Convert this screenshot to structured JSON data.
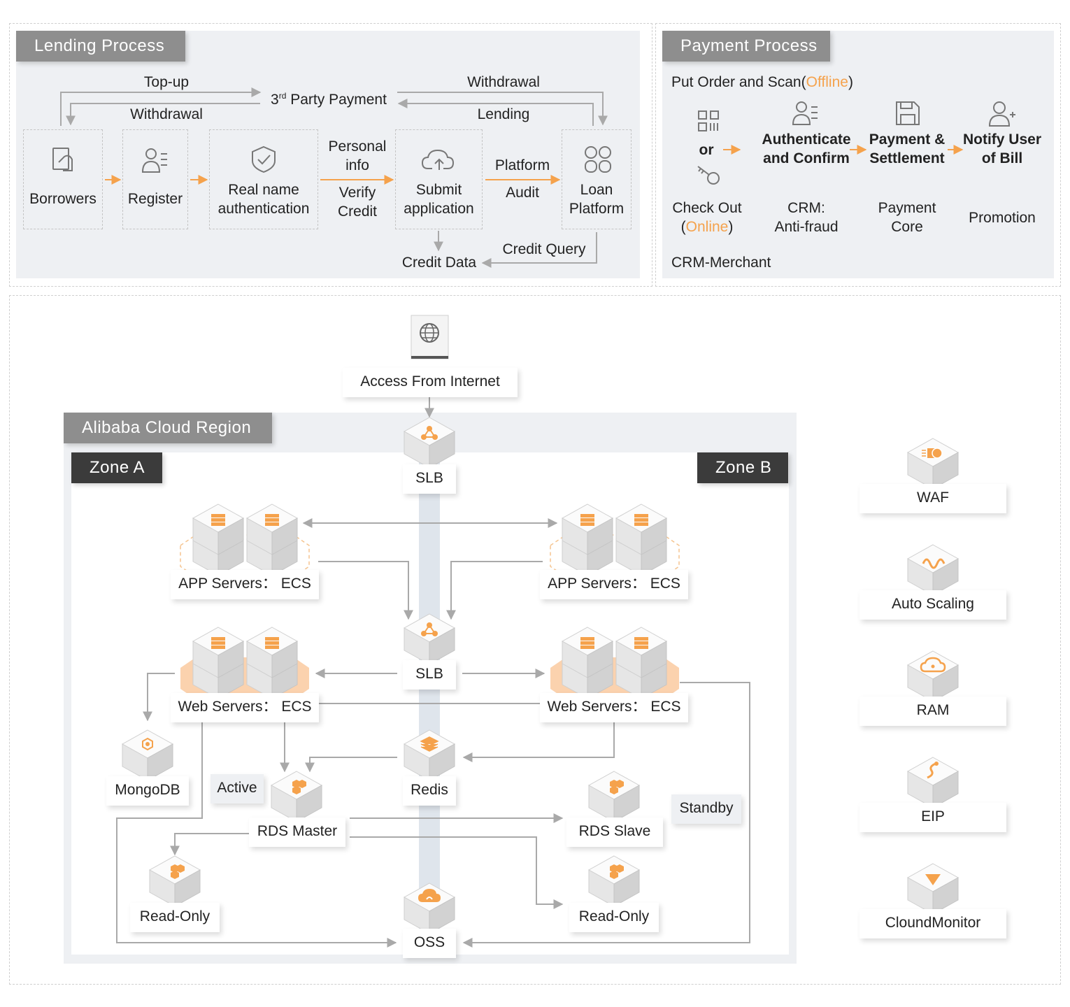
{
  "lending": {
    "title": "Lending Process",
    "topup": "Top-up",
    "withdrawal_left": "Withdrawal",
    "third_party_sup": "rd",
    "third_party_num": "3",
    "third_party_rest": " Party Payment",
    "withdrawal_right": "Withdrawal",
    "lending": "Lending",
    "borrowers": "Borrowers",
    "register": "Register",
    "real_name_1": "Real name",
    "real_name_2": "authentication",
    "personal_info_1": "Personal",
    "personal_info_2": "info",
    "verify_1": "Verify",
    "verify_2": "Credit",
    "submit_1": "Submit",
    "submit_2": "application",
    "platform": "Platform",
    "audit": "Audit",
    "loan_1": "Loan",
    "loan_2": "Platform",
    "credit_query": "Credit Query",
    "credit_data": "Credit Data"
  },
  "payment": {
    "title": "Payment Process",
    "put_order_prefix": "Put Order and Scan(",
    "put_order_highlight": "Offline",
    "put_order_suffix": ")",
    "or": "or",
    "auth_1": "Authenticate",
    "auth_2": "and Confirm",
    "pay_1": "Payment &",
    "pay_2": "Settlement",
    "notify_1": "Notify User",
    "notify_2": "of Bill",
    "checkout_1": "Check Out",
    "checkout_open": "(",
    "checkout_highlight": "Online",
    "checkout_close": ")",
    "crm_1": "CRM:",
    "crm_2": "Anti-fraud",
    "paycore_1": "Payment",
    "paycore_2": "Core",
    "promotion": "Promotion",
    "crm_merchant": "CRM-Merchant"
  },
  "architecture": {
    "internet": "Access From Internet",
    "region": "Alibaba Cloud Region",
    "zone_a": "Zone A",
    "zone_b": "Zone B",
    "slb_top": "SLB",
    "slb_mid": "SLB",
    "app_servers_a": "APP Servers： ECS",
    "app_servers_b": "APP Servers： ECS",
    "web_servers_a": "Web Servers： ECS",
    "web_servers_b": "Web Servers： ECS",
    "mongodb": "MongoDB",
    "active": "Active",
    "rds_master": "RDS Master",
    "redis": "Redis",
    "rds_slave": "RDS Slave",
    "standby": "Standby",
    "read_only_a": "Read-Only",
    "read_only_b": "Read-Only",
    "oss": "OSS"
  },
  "services": {
    "waf": "WAF",
    "auto_scaling": "Auto Scaling",
    "ram": "RAM",
    "eip": "EIP",
    "monitor": "CloundMonitor"
  },
  "colors": {
    "accent": "#f5a24c",
    "panel": "#eef0f3",
    "tab_grey": "#8e8e8e",
    "tab_dark": "#3b3b3b",
    "arrow": "#a9a9a9"
  },
  "icons": [
    "document-hand-icon",
    "user-list-icon",
    "shield-check-icon",
    "cloud-upload-icon",
    "apps-grid-icon",
    "qr-code-icon",
    "key-icon",
    "floppy-disk-icon",
    "user-add-icon",
    "globe-icon",
    "slb-cube-icon",
    "ecs-cube-icon",
    "mongodb-cube-icon",
    "rds-cube-icon",
    "redis-cube-icon",
    "oss-cube-icon",
    "waf-cube-icon",
    "auto-scaling-cube-icon",
    "ram-cube-icon",
    "eip-cube-icon",
    "cloudmonitor-cube-icon"
  ]
}
